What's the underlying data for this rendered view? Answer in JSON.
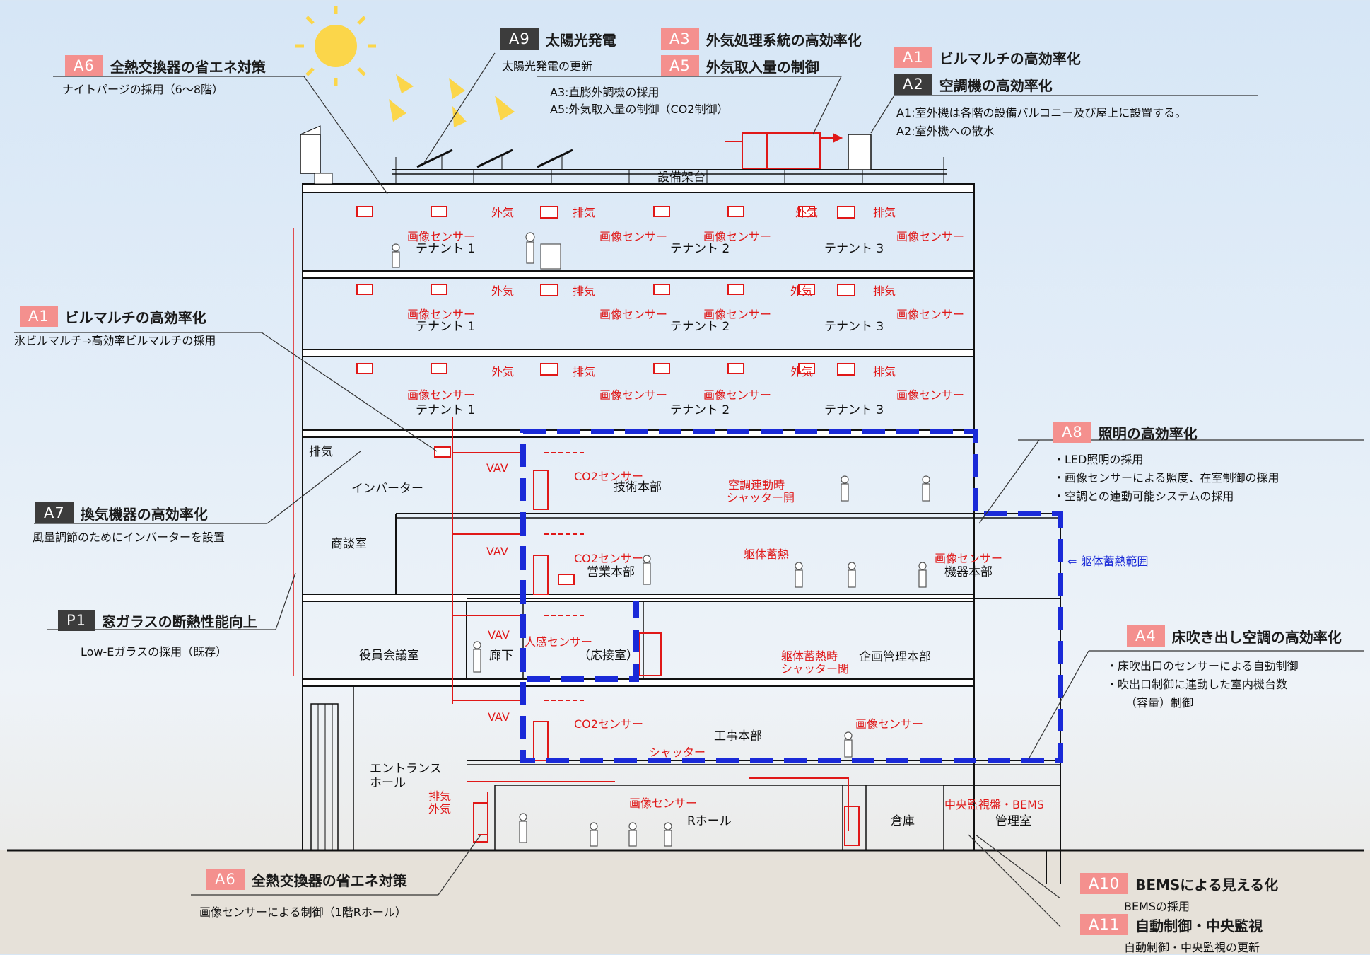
{
  "colors": {
    "accent_pink": "#f4908e",
    "badge_dark": "#3c3c3c",
    "duct_red": "#e01818",
    "thermal_blue": "#1a2ad8"
  },
  "icons": {
    "sun": "sun-icon",
    "person": "person-icon"
  },
  "measures": {
    "a6_top": {
      "code": "A6",
      "title": "全熱交換器の省エネ対策",
      "desc": "ナイトパージの採用（6〜8階）"
    },
    "a9": {
      "code": "A9",
      "title": "太陽光発電",
      "desc": "太陽光発電の更新"
    },
    "a3": {
      "code": "A3",
      "title": "外気処理系統の高効率化"
    },
    "a5": {
      "code": "A5",
      "title": "外気取入量の制御",
      "desc1": "A3:直膨外調機の採用",
      "desc2": "A5:外気取入量の制御（CO2制御）"
    },
    "a1_top": {
      "code": "A1",
      "title": "ビルマルチの高効率化"
    },
    "a2": {
      "code": "A2",
      "title": "空調機の高効率化",
      "desc1": "A1:室外機は各階の設備バルコニー及び屋上に設置する。",
      "desc2": "A2:室外機への散水"
    },
    "a1_left": {
      "code": "A1",
      "title": "ビルマルチの高効率化",
      "desc": "氷ビルマルチ⇒高効率ビルマルチの採用"
    },
    "a8": {
      "code": "A8",
      "title": "照明の高効率化",
      "items": [
        "・LED照明の採用",
        "・画像センサーによる照度、在室制御の採用",
        "・空調との連動可能システムの採用"
      ]
    },
    "a7": {
      "code": "A7",
      "title": "換気機器の高効率化",
      "desc": "風量調節のためにインバーターを設置"
    },
    "p1": {
      "code": "P1",
      "title": "窓ガラスの断熱性能向上",
      "desc": "Low-Eガラスの採用（既存）"
    },
    "a4": {
      "code": "A4",
      "title": "床吹き出し空調の高効率化",
      "items": [
        "・床吹出口のセンサーによる自動制御",
        "・吹出口制御に連動した室内機台数",
        "（容量）制御"
      ]
    },
    "a6_bottom": {
      "code": "A6",
      "title": "全熱交換器の省エネ対策",
      "desc": "画像センサーによる制御（1階Rホール）"
    },
    "a10": {
      "code": "A10",
      "title": "BEMSによる見える化",
      "desc": "BEMSの採用"
    },
    "a11": {
      "code": "A11",
      "title": "自動制御・中央監視",
      "desc": "自動制御・中央監視の更新"
    }
  },
  "labels": {
    "equipment_rack": "設備架台",
    "tenant1": "テナント 1",
    "tenant2": "テナント 2",
    "tenant3": "テナント 3",
    "outside_air": "外気",
    "exhaust": "排気",
    "image_sensor": "画像センサー",
    "co2_sensor": "CO2センサー",
    "vav": "VAV",
    "inverter": "インバーター",
    "tech_div": "技術本部",
    "sales_div": "営業本部",
    "equip_div": "機器本部",
    "meeting_room": "商談室",
    "exec_meeting": "役員会議室",
    "corridor": "廊下",
    "reception": "（応接室）",
    "planning_div": "企画管理本部",
    "construction_div": "工事本部",
    "entrance_hall_1": "エントランス",
    "entrance_hall_2": "ホール",
    "r_hall": "Rホール",
    "storage": "倉庫",
    "control_room": "管理室",
    "central_panel": "中央監視盤・BEMS",
    "ac_link_open_1": "空調連動時",
    "ac_link_open_2": "シャッター開",
    "thermal_mass": "躯体蓄熱",
    "thermal_mass_time_1": "躯体蓄熱時",
    "thermal_mass_time_2": "シャッター閉",
    "shutter": "シャッター",
    "motion_sensor": "人感センサー",
    "thermal_range": "⇐ 躯体蓄熱範囲"
  }
}
